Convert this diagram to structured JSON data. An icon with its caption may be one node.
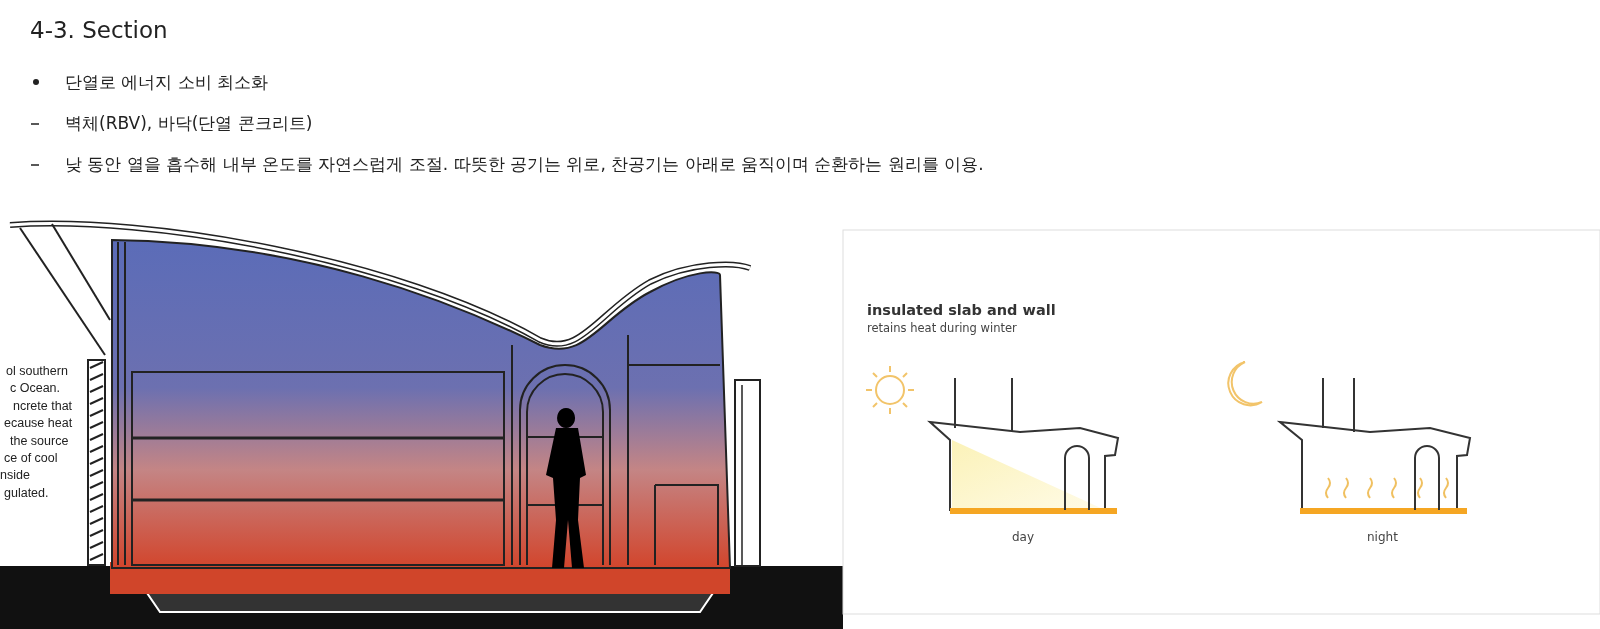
{
  "diagram": {
    "title": "4-3. Section",
    "labels": [
      "단열로 에너지 소비 최소화",
      "벽체(RBV), 바닥(단열 콘크리트)",
      "낮 동안 열을 흡수해 내부 온도를 자연스럽게 조절. 따뜻한 공기는 위로, 찬공기는 아래로 움직이며 순환하는 원리를 이용.",
      "ol southern",
      "c Ocean.",
      "ncrete that",
      "ecause heat",
      "the source",
      "ce of cool",
      "nside",
      "gulated.",
      "insulated slab and wall",
      "retains heat during winter",
      "day",
      "night"
    ]
  }
}
